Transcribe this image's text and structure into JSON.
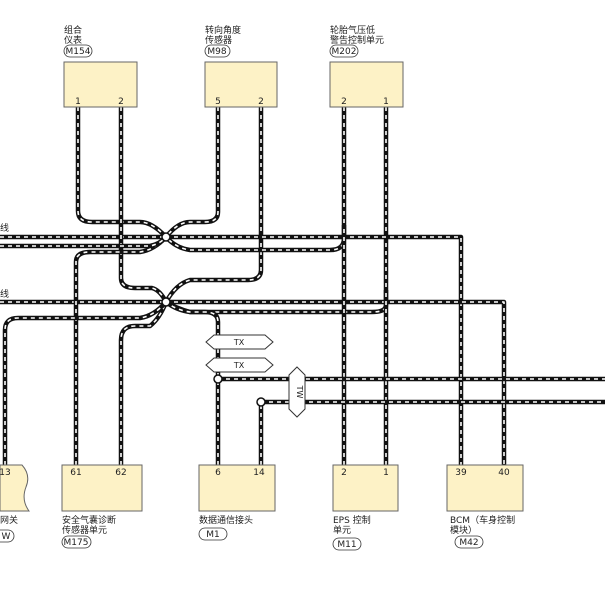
{
  "connectors": {
    "m154": {
      "name_line1": "组合",
      "name_line2": "仪表",
      "code": "M154",
      "pins": [
        "1",
        "2"
      ]
    },
    "m98": {
      "name_line1": "转向角度",
      "name_line2": "传感器",
      "code": "M98",
      "pins": [
        "5",
        "2"
      ]
    },
    "m202": {
      "name_line1": "轮胎气压低",
      "name_line2": "警告控制单元",
      "code": "M202",
      "pins": [
        "2",
        "1"
      ]
    },
    "gateway": {
      "name_line1": "网关",
      "code": "W",
      "pins": [
        "13"
      ]
    },
    "m175": {
      "name_line1": "安全气囊诊断",
      "name_line2": "传感器单元",
      "code": "M175",
      "pins": [
        "61",
        "62"
      ]
    },
    "m1": {
      "name_line1": "数据通信接头",
      "code": "M1",
      "pins": [
        "6",
        "14"
      ]
    },
    "m11": {
      "name_line1": "EPS 控制",
      "name_line2": "单元",
      "code": "M11",
      "pins": [
        "2",
        "1"
      ]
    },
    "m42": {
      "name_line1": "BCM（车身控制",
      "name_line2": "模块）",
      "code": "M42",
      "pins": [
        "39",
        "40"
      ]
    }
  },
  "bus_labels": {
    "upper": "线",
    "lower": "线"
  },
  "twist_labels": {
    "tx1": "TX",
    "tx2": "TX",
    "tw": "TW"
  },
  "colors": {
    "box_fill": "#fdf2c6",
    "box_stroke": "#666666",
    "wire": "#111111",
    "wire_gap": "#ffffff"
  }
}
